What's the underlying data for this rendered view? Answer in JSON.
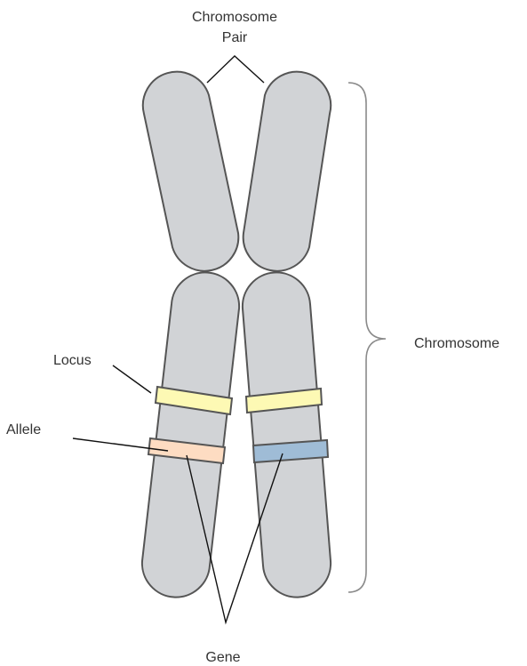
{
  "labels": {
    "chromosome_pair_line1": "Chromosome",
    "chromosome_pair_line2": "Pair",
    "chromosome": "Chromosome",
    "locus": "Locus",
    "allele": "Allele",
    "gene": "Gene"
  },
  "colors": {
    "chromatid_fill": "#d1d3d6",
    "chromatid_stroke": "#555555",
    "locus_band": "#fdf9b4",
    "allele_band_left": "#fddcc2",
    "allele_band_right": "#9fbcd6",
    "brace": "#8a8a8a",
    "text": "#333333"
  }
}
